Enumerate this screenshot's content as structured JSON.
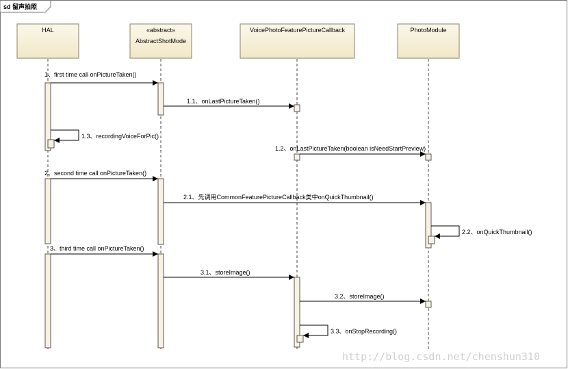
{
  "frame": {
    "title": "sd 留声拍照"
  },
  "participants": [
    {
      "id": "hal",
      "name": "HAL",
      "stereotype": ""
    },
    {
      "id": "shot",
      "name": "AbstractShotMode",
      "stereotype": "«abstract»"
    },
    {
      "id": "cb",
      "name": "VoicePhotoFeaturePictureCallback",
      "stereotype": ""
    },
    {
      "id": "pm",
      "name": "PhotoModule",
      "stereotype": ""
    }
  ],
  "messages": [
    {
      "id": "m1",
      "label": "1、first time call onPictureTaken()"
    },
    {
      "id": "m1_1",
      "label": "1.1、onLastPictureTaken()"
    },
    {
      "id": "m1_3",
      "label": "1.3、recordingVoiceForPic()"
    },
    {
      "id": "m1_2",
      "label": "1.2、onLastPictureTaken(boolean isNeedStartPreview)"
    },
    {
      "id": "m2",
      "label": "2、second time call onPictureTaken()"
    },
    {
      "id": "m2_1",
      "label": "2.1、先调用CommonFeaturePictureCallback类中onQuickThumbnail()"
    },
    {
      "id": "m2_2",
      "label": "2.2、onQuickThumbnail()"
    },
    {
      "id": "m3",
      "label": "3、third time call onPictureTaken()"
    },
    {
      "id": "m3_1",
      "label": "3.1、storeImage()"
    },
    {
      "id": "m3_2",
      "label": "3.2、storeImage()"
    },
    {
      "id": "m3_3",
      "label": "3.3、onStopRecording()"
    }
  ],
  "watermark": "http://blog.csdn.net/chenshun310"
}
